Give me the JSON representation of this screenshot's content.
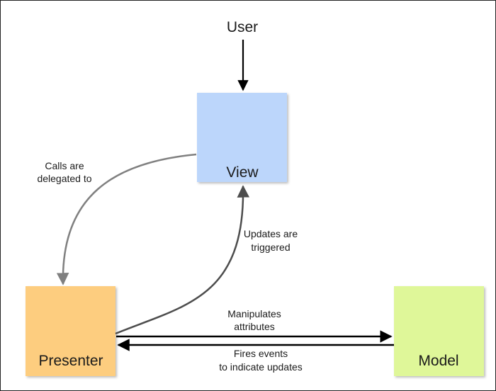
{
  "diagram": {
    "actor": {
      "label": "User"
    },
    "nodes": {
      "view": {
        "label": "View",
        "color": "#bcd6fb"
      },
      "presenter": {
        "label": "Presenter",
        "color": "#fdcd7f"
      },
      "model": {
        "label": "Model",
        "color": "#dff799"
      }
    },
    "edges": {
      "delegation": {
        "line1": "Calls are",
        "line2": "delegated to",
        "color": "#808080"
      },
      "updates": {
        "line1": "Updates are",
        "line2": "triggered",
        "color": "#4d4d4d"
      },
      "manipulates": {
        "line1": "Manipulates",
        "line2": "attributes",
        "color": "#000000"
      },
      "events": {
        "line1": "Fires events",
        "line2": "to indicate updates",
        "color": "#000000"
      }
    }
  }
}
